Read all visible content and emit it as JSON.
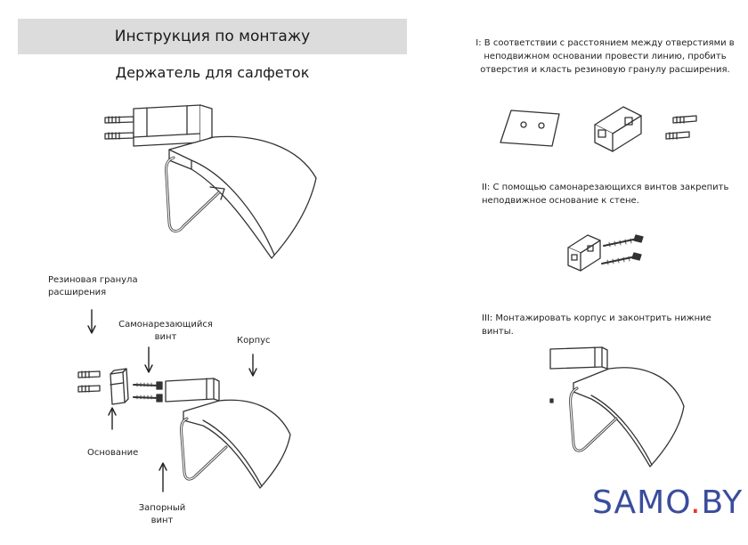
{
  "header": {
    "title": "Инструкция по монтажу",
    "subtitle": "Держатель для салфеток"
  },
  "labels": {
    "rubber_plug": "Резиновая гранула\nрасширения",
    "self_tapping_screw": "Самонарезающийся\nвинт",
    "body": "Корпус",
    "base": "Основание",
    "lock_screw": "Запорный\nвинт"
  },
  "steps": {
    "step1": "I: В соответствии с расстоянием между отверстиями в\nнеподвижном основании провести линию, пробить\nотверстия и класть резиновую гранулу расширения.",
    "step2": "II: С помощью самонарезающихся винтов закрепить\nнеподвижное основание к стене.",
    "step3": "III: Монтажировать корпус и законтрить нижние винты."
  },
  "logo": {
    "text_part1": "SAMO",
    "text_dot": ".",
    "text_part2": "BY",
    "color_main": "#3a4d9c",
    "color_accent": "#e8352e"
  }
}
